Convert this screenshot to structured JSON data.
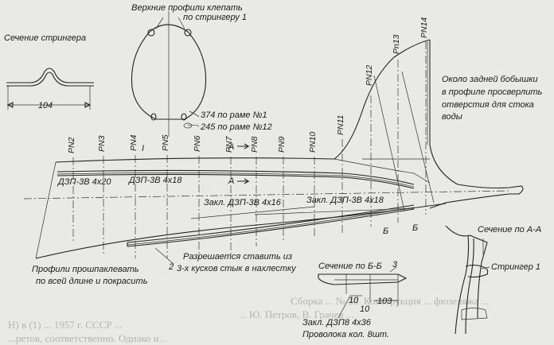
{
  "labels": {
    "top_profiles": [
      "Верхние профили клепать",
      "по стрингеру 1"
    ],
    "stringer_section": "Сечение стрингера",
    "stringer_width": "104",
    "frame1_note": "374 по раме №1",
    "frame12_note": "245 по раме №12",
    "tail_note": [
      "Около задней бобышки",
      "в профиле просверлить",
      "отверстия для стока",
      "воды"
    ],
    "profile_top": "ДЗП-3В 4х20",
    "profile_mid": "ДЗП-3В 4х18",
    "fastening_a": "Закл. ДЗП-3В 4х16",
    "fastening_b": "Закл. ДЗП-3В 4х18",
    "section_aa": "Сечение по А-А",
    "stringer1": "Стрингер 1",
    "section_bb": "Сечение по Б-Б",
    "splice_note": [
      "Разрешается  ставить из",
      "3-х кусков стык в нахлестку"
    ],
    "splice_num": "2",
    "bottom_left": [
      "Профили прошпаклевать",
      "по всей длине и покрасить"
    ],
    "rivet_note": "Закл. ДЗП8  4х36",
    "wire_note": "Проволока кол. 8шт.",
    "dim_10a": "10",
    "dim_10b": "10",
    "dim_103": "103",
    "dim_3": "3",
    "marker_a1": "А",
    "marker_a2": "А",
    "marker_b1": "Б",
    "marker_b2": "Б",
    "marker_i": "I",
    "bleed_1": "Сборка ... № 30. Конструкция ... фюзеляжа ...",
    "bleed_2": "... Ю. Петров, В. Грачев ...",
    "bleed_3": "Н) в (1) ... 1957 г. СССР ...",
    "bleed_4": "...ретов, соответственно. Однако и..."
  },
  "frames": [
    "PN2",
    "PN3",
    "PN4",
    "PN5",
    "PN6",
    "PN7",
    "PN8",
    "PN9",
    "PN10",
    "PN11",
    "PN12",
    "Pn13",
    "PN14"
  ]
}
